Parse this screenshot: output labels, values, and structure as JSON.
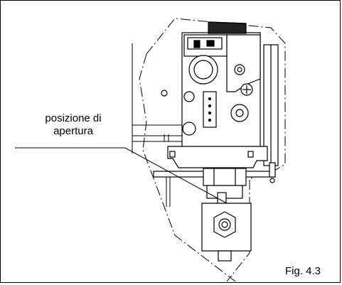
{
  "diagram": {
    "callout_line1": "posizione di",
    "callout_line2": "apertura",
    "figure_label": "Fig. 4.3"
  }
}
